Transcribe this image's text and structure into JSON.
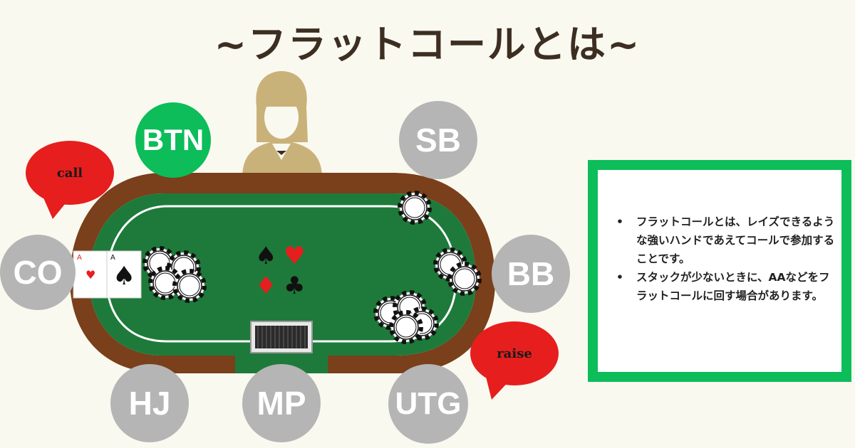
{
  "title": "~フラットコールとは~",
  "seats": {
    "btn": "BTN",
    "sb": "SB",
    "co": "CO",
    "bb": "BB",
    "hj": "HJ",
    "mp": "MP",
    "utg": "UTG"
  },
  "bubbles": {
    "call": "call",
    "raise": "raise"
  },
  "info": {
    "items": [
      "フラットコールとは、レイズできるような強いハンドであえてコールで参加することです。",
      "スタックが少ないときに、AAなどをフラットコールに回す場合があります。"
    ]
  },
  "colors": {
    "felt": "#1e7a3a",
    "rail": "#7a3f1b",
    "seat": "#b5b5b5",
    "btn": "#0cbd5a",
    "bubble": "#e61e1e",
    "dealer": "#c9b27a",
    "title": "#3d2e22"
  },
  "table": {
    "suits": [
      "♠",
      "♥",
      "♦",
      "♣"
    ]
  },
  "hole_cards": [
    "A♥",
    "A♠"
  ]
}
